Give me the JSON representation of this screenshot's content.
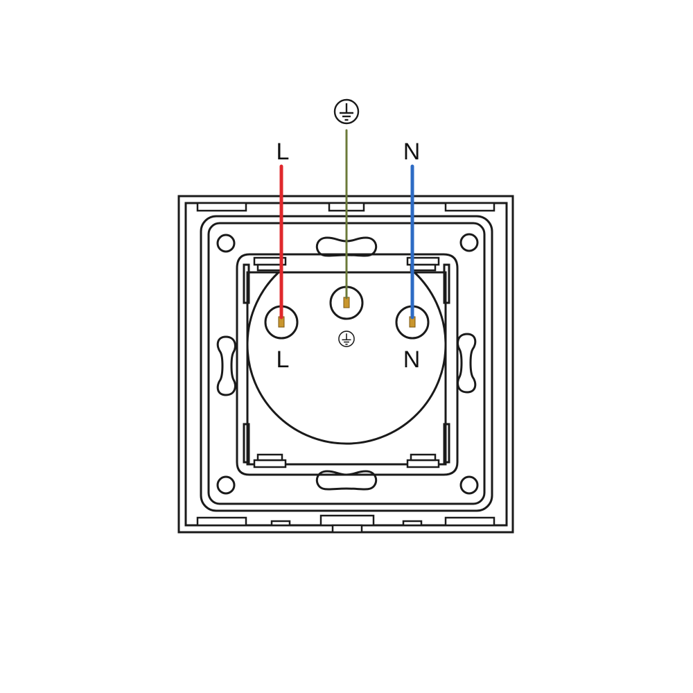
{
  "wires": [
    {
      "id": "live",
      "label": "L",
      "terminal_label": "L",
      "color": "#e0282c"
    },
    {
      "id": "earth",
      "label": "",
      "terminal_label": "",
      "color": "#6b7a3a",
      "symbol": "earth-ground-icon"
    },
    {
      "id": "neutral",
      "label": "N",
      "terminal_label": "N",
      "color": "#2d6bc4"
    }
  ],
  "colors": {
    "outline": "#1a1a1a",
    "terminal": "#c9962e",
    "background": "#ffffff"
  },
  "icons": [
    "earth-ground-icon"
  ]
}
